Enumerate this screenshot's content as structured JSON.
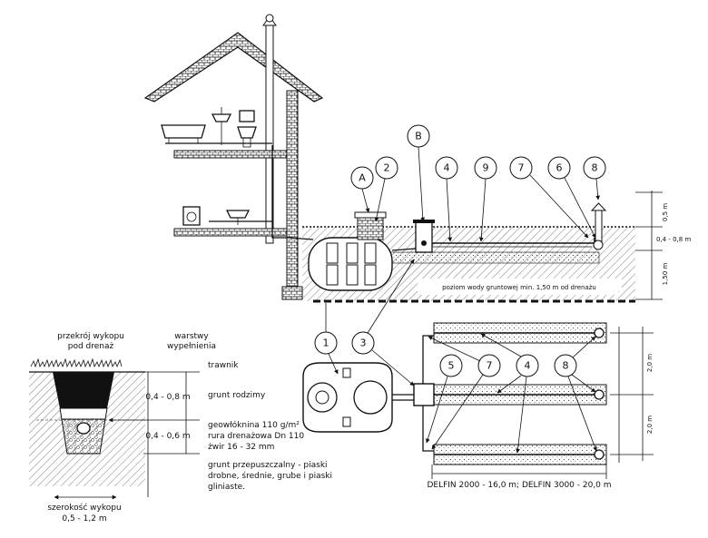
{
  "callouts": {
    "A": "A",
    "B": "B",
    "c1": "1",
    "c2": "2",
    "c3": "3",
    "c4": "4",
    "c5": "5",
    "c6": "6",
    "c7": "7",
    "c8": "8",
    "c9": "9"
  },
  "section_dims": {
    "top": "0,5 m",
    "middle": "0,4 - 0,8 m",
    "bottom": "1,50 m"
  },
  "groundwater_note": "poziom wody gruntowej min. 1,50 m od drenażu",
  "cross_section": {
    "title_line1": "przekrój wykopu",
    "title_line2": "pod drenaż",
    "layers_title_line1": "warstwy",
    "layers_title_line2": "wypełnienia",
    "dim_top": "0,4 - 0,8 m",
    "dim_bottom": "0,4 - 0,6 m",
    "width_label_line1": "szerokość wykopu",
    "width_label_line2": "0,5 - 1,2 m",
    "layer_lawn": "trawnik",
    "layer_native": "grunt rodzimy",
    "layer_geo": "geowłóknina 110 g/m²",
    "layer_pipe": "rura drenażowa Dn 110",
    "layer_gravel": "żwir 16 - 32 mm",
    "layer_soil_1": "grunt przepuszczalny - piaski",
    "layer_soil_2": "drobne, średnie, grube i piaski",
    "layer_soil_3": "gliniaste."
  },
  "plan": {
    "spacing_top": "2,0 m",
    "spacing_bottom": "2,0 m",
    "length_label": "DELFIN 2000 - 16,0 m; DELFIN 3000 - 20,0 m"
  }
}
